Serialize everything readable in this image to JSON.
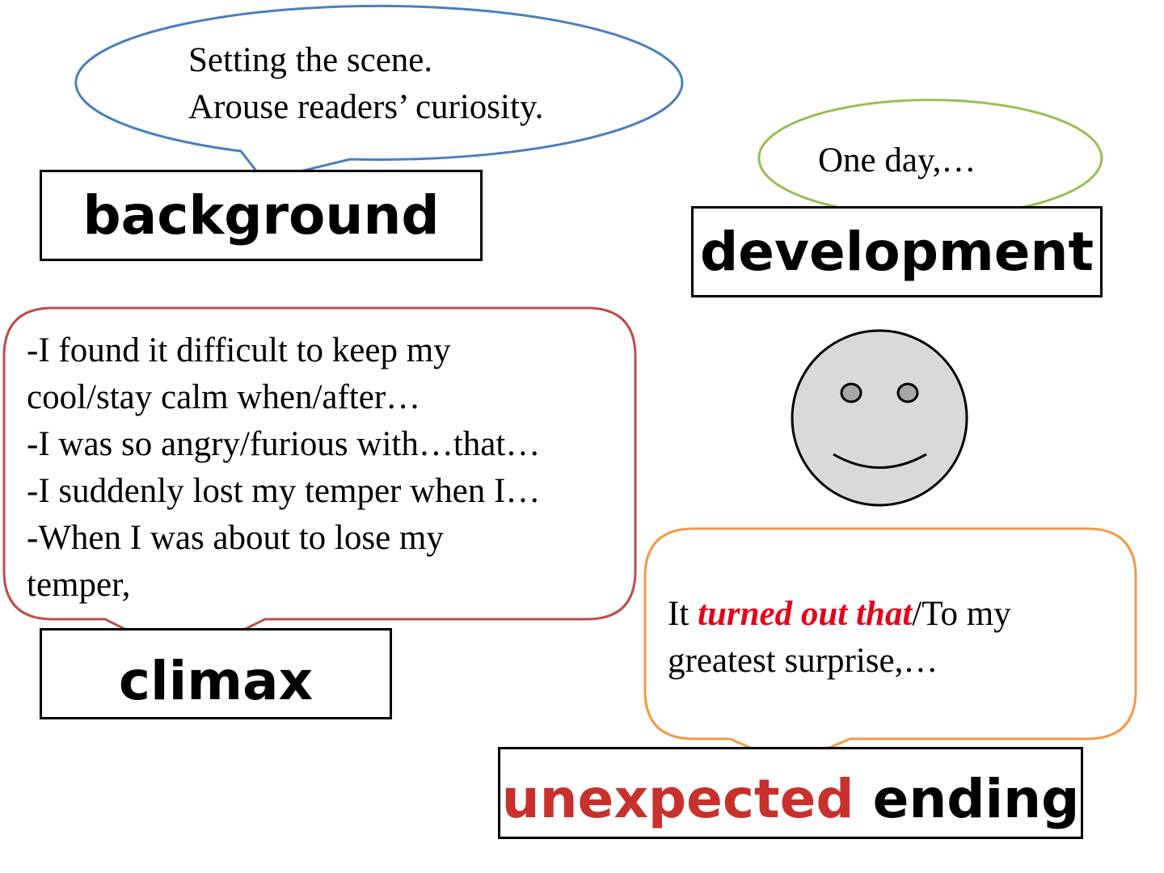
{
  "colors": {
    "background_bubble": "#4a7fbf",
    "development_bubble": "#96bf55",
    "climax_bubble": "#bb4f4c",
    "ending_bubble": "#f29a48",
    "accent_red": "#c8302c",
    "emphasis_red": "#e3001b",
    "face_fill": "#d9d9d9",
    "eye_fill": "#a6a6a6"
  },
  "background": {
    "label": "background",
    "bubble_lines": [
      "Setting the scene.",
      "Arouse readers’ curiosity."
    ]
  },
  "development": {
    "label": "development",
    "bubble_text": "One day,…"
  },
  "climax": {
    "label": "climax",
    "bubble_lines": [
      "-I found it difficult to keep my",
      "cool/stay calm when/after…",
      "-I was so angry/furious with…that…",
      "-I suddenly lost my temper when I…",
      "-When I was about to lose my",
      "temper,"
    ]
  },
  "ending": {
    "label_highlight": "unexpected",
    "label_rest": "ending",
    "line1_prefix": "It ",
    "line1_emphasis": "turned out that",
    "line1_suffix": "/To  my",
    "line2": "greatest surprise,…"
  },
  "smiley": {
    "icon": "smiley-face-icon"
  }
}
